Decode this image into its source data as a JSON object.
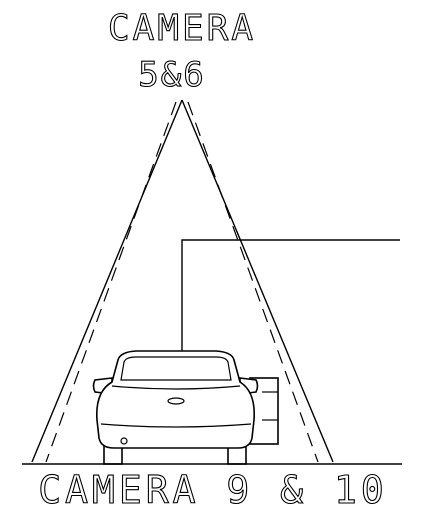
{
  "labels": {
    "top_line1": "CAMERA",
    "top_line2": "5&6",
    "bottom": "CAMERA 9 & 10"
  }
}
